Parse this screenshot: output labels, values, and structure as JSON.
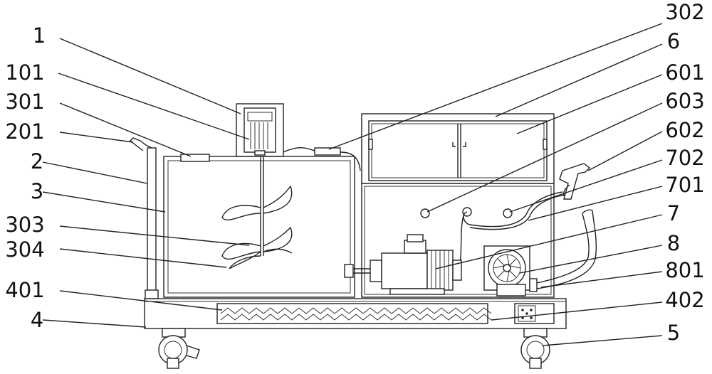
{
  "colors": {
    "stroke": "#222222",
    "background": "#ffffff"
  },
  "labels": {
    "left": [
      {
        "id": "l-1",
        "text": "1"
      },
      {
        "id": "l-101",
        "text": "101"
      },
      {
        "id": "l-301",
        "text": "301"
      },
      {
        "id": "l-201",
        "text": "201"
      },
      {
        "id": "l-2",
        "text": "2"
      },
      {
        "id": "l-3",
        "text": "3"
      },
      {
        "id": "l-303",
        "text": "303"
      },
      {
        "id": "l-304",
        "text": "304"
      },
      {
        "id": "l-401",
        "text": "401"
      },
      {
        "id": "l-4",
        "text": "4"
      }
    ],
    "right": [
      {
        "id": "r-302",
        "text": "302"
      },
      {
        "id": "r-6",
        "text": "6"
      },
      {
        "id": "r-601",
        "text": "601"
      },
      {
        "id": "r-603",
        "text": "603"
      },
      {
        "id": "r-602",
        "text": "602"
      },
      {
        "id": "r-702",
        "text": "702"
      },
      {
        "id": "r-701",
        "text": "701"
      },
      {
        "id": "r-7",
        "text": "7"
      },
      {
        "id": "r-8",
        "text": "8"
      },
      {
        "id": "r-801",
        "text": "801"
      },
      {
        "id": "r-402",
        "text": "402"
      },
      {
        "id": "r-5",
        "text": "5"
      }
    ]
  }
}
